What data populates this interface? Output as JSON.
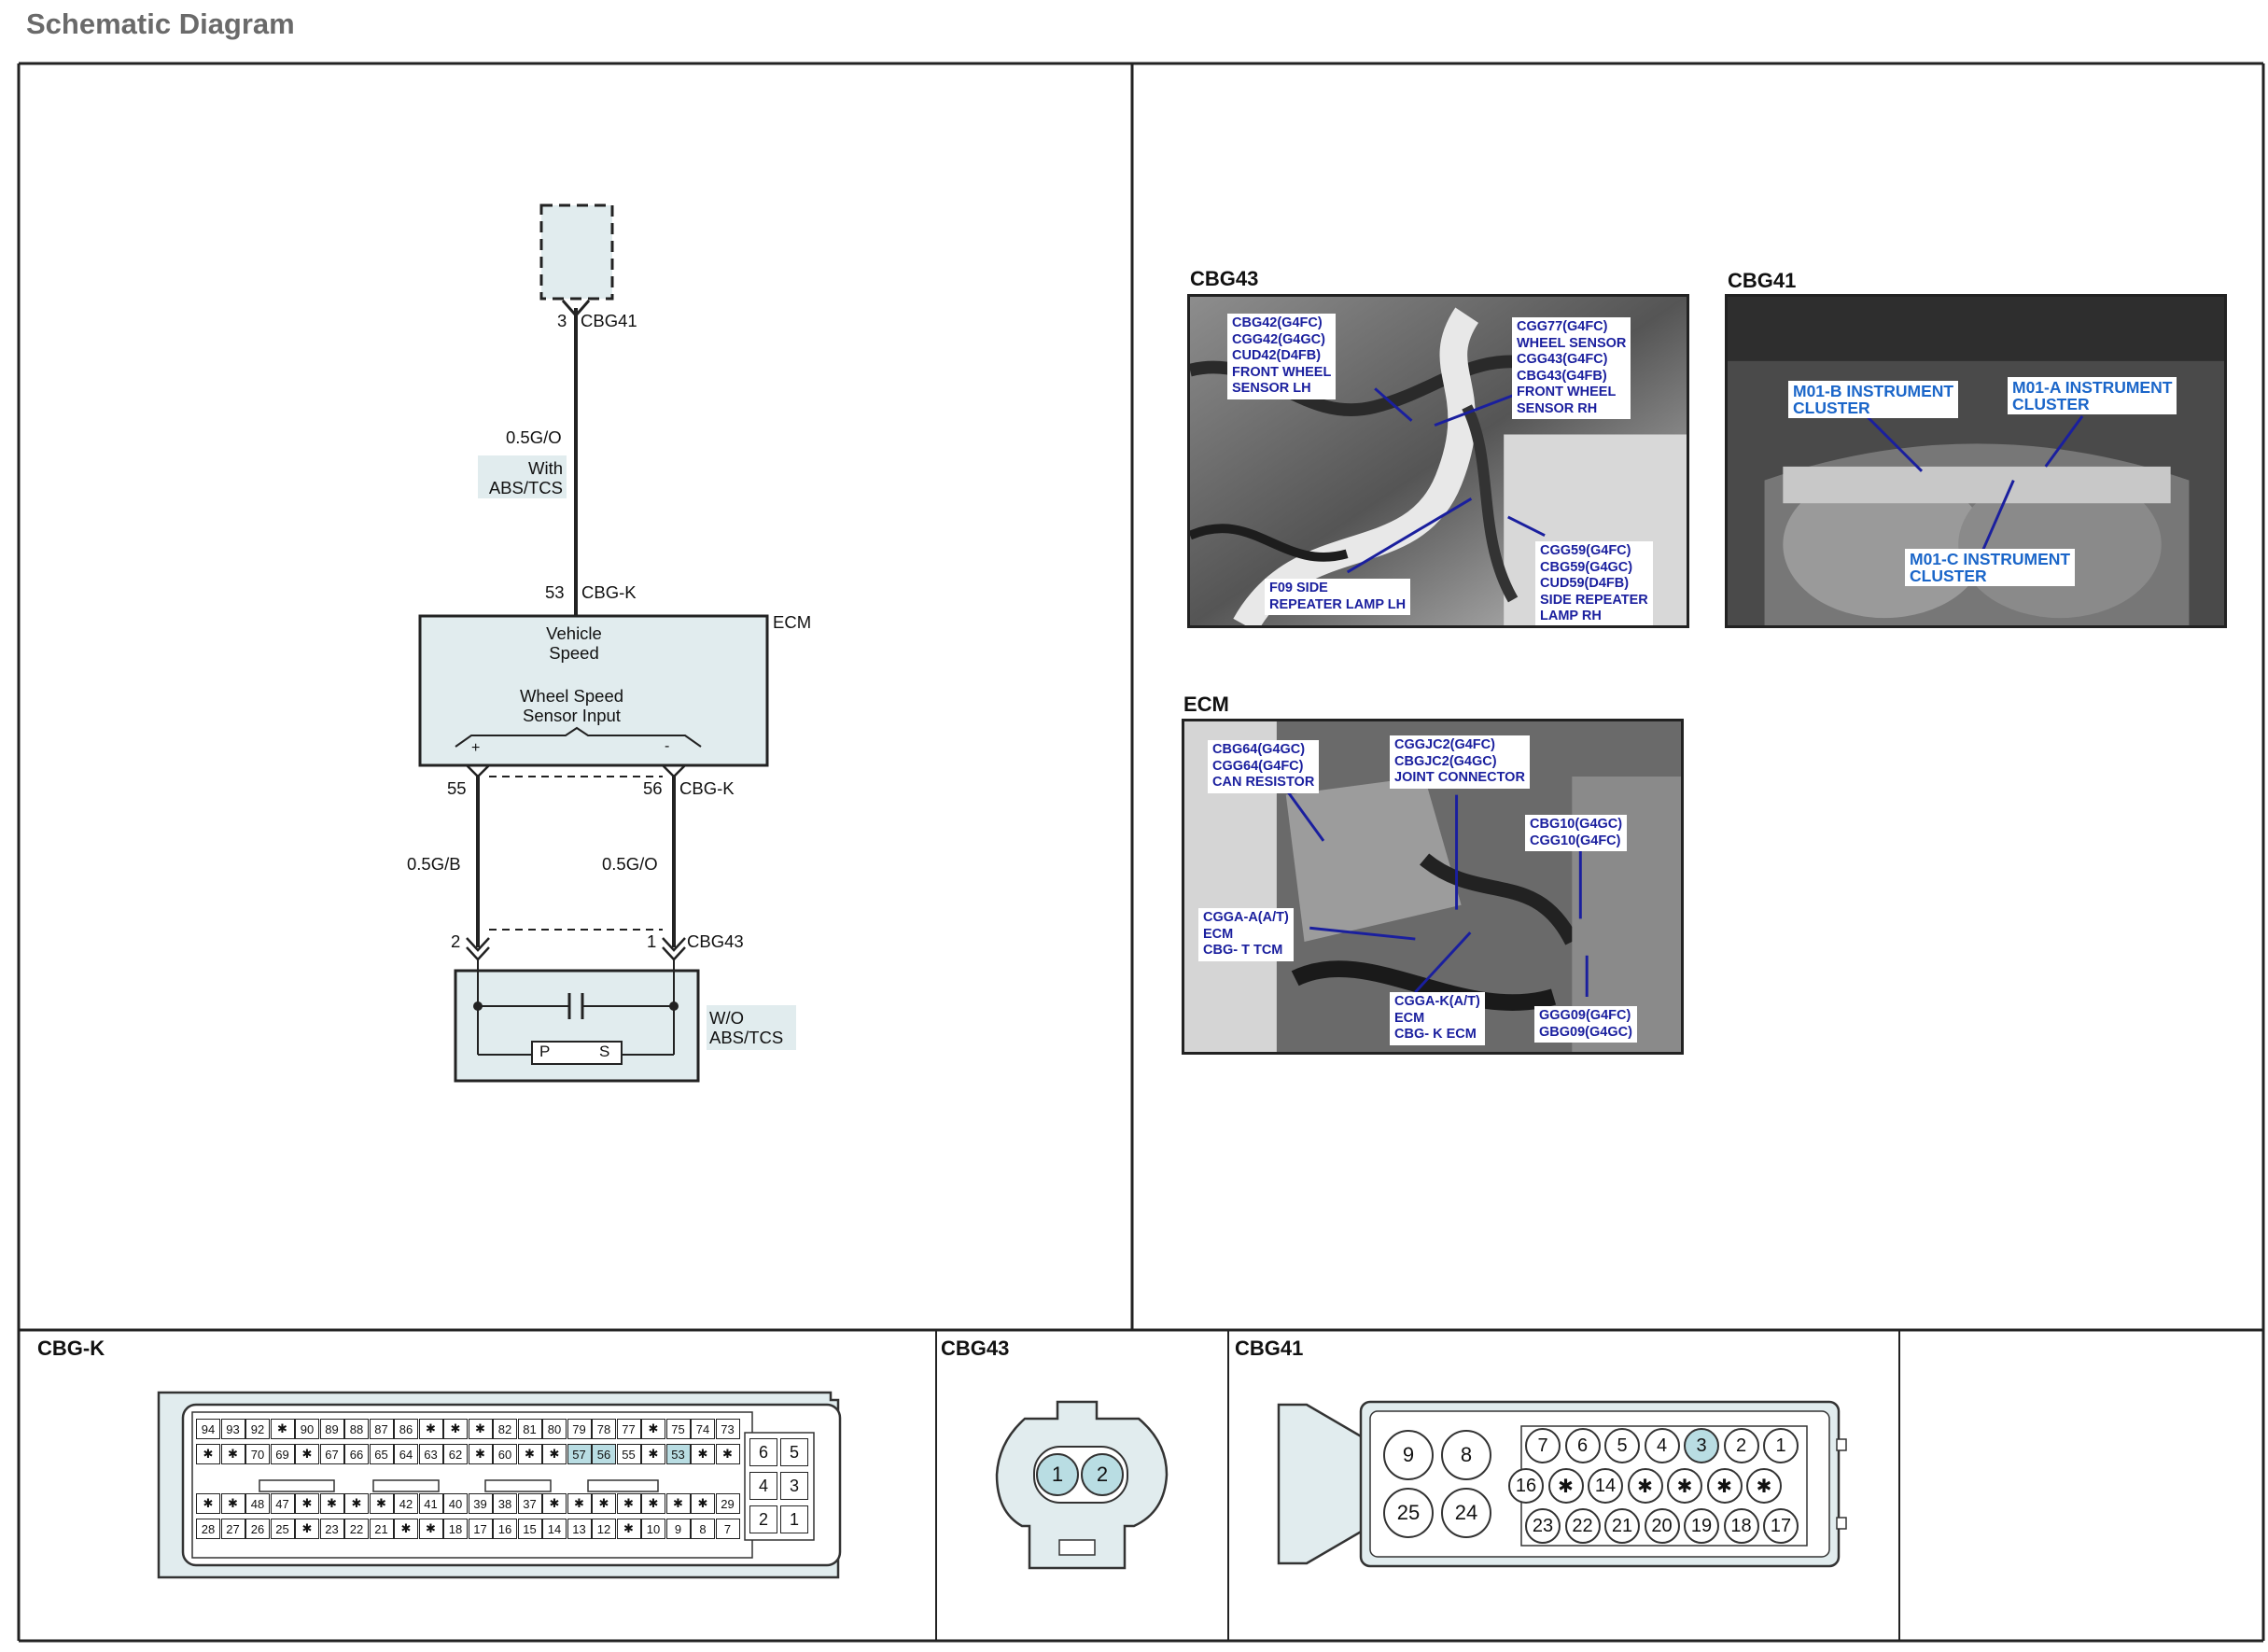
{
  "page": {
    "title": "Schematic Diagram"
  },
  "schematic": {
    "top_connector": {
      "pin": "3",
      "name": "CBG41"
    },
    "wire_top": {
      "spec": "0.5G/O",
      "note": "With\nABS/TCS"
    },
    "ecm_connector_top": {
      "pin": "53",
      "name": "CBG-K"
    },
    "ecm": {
      "name": "ECM",
      "function_1": "Vehicle\nSpeed",
      "function_2": "Wheel Speed\nSensor Input",
      "plus": "+",
      "minus": "-"
    },
    "ecm_pins": {
      "left": "55",
      "right": "56",
      "name": "CBG-K"
    },
    "wire_left": {
      "spec": "0.5G/B"
    },
    "wire_right": {
      "spec": "0.5G/O"
    },
    "sensor_connector": {
      "left_pin": "2",
      "right_pin": "1",
      "name": "CBG43"
    },
    "sensor": {
      "note": "W/O\nABS/TCS",
      "p_label": "P",
      "s_label": "S"
    }
  },
  "photos": {
    "cbg43": {
      "title": "CBG43",
      "callouts": [
        "CBG42(G4FC)\nCGG42(G4GC)\nCUD42(D4FB)\nFRONT WHEEL\nSENSOR LH",
        "CGG77(G4FC)\nWHEEL SENSOR\nCGG43(G4FC)\nCBG43(G4FB)\nFRONT WHEEL\nSENSOR RH",
        "F09 SIDE\nREPEATER LAMP LH",
        "CGG59(G4FC)\nCBG59(G4GC)\nCUD59(D4FB)\nSIDE REPEATER\nLAMP RH"
      ]
    },
    "cbg41": {
      "title": "CBG41",
      "callouts": [
        "M01-B INSTRUMENT\nCLUSTER",
        "M01-A INSTRUMENT\nCLUSTER",
        "M01-C INSTRUMENT\nCLUSTER"
      ]
    },
    "ecm": {
      "title": "ECM",
      "callouts": [
        "CBG64(G4GC)\nCGG64(G4FC)\nCAN RESISTOR",
        "CGGJC2(G4FC)\nCBGJC2(G4GC)\nJOINT CONNECTOR",
        "CBG10(G4GC)\nCGG10(G4FC)",
        "CGGA-A(A/T)\nECM\nCBG- T TCM",
        "CGGA-K(A/T)\nECM\nCBG- K ECM",
        "GGG09(G4FC)\nGBG09(G4GC)"
      ]
    }
  },
  "connectors": {
    "cbgk": {
      "title": "CBG-K",
      "row1": [
        "94",
        "93",
        "92",
        "✱",
        "90",
        "89",
        "88",
        "87",
        "86",
        "✱",
        "✱",
        "✱",
        "82",
        "81",
        "80",
        "79",
        "78",
        "77",
        "✱",
        "75",
        "74",
        "73"
      ],
      "row2": [
        "✱",
        "✱",
        "70",
        "69",
        "✱",
        "67",
        "66",
        "65",
        "64",
        "63",
        "62",
        "✱",
        "60",
        "✱",
        "✱",
        "57",
        "56",
        "55",
        "✱",
        "53",
        "✱",
        "✱"
      ],
      "row3": [
        "✱",
        "✱",
        "48",
        "47",
        "✱",
        "✱",
        "✱",
        "✱",
        "42",
        "41",
        "40",
        "39",
        "38",
        "37",
        "✱",
        "✱",
        "✱",
        "✱",
        "✱",
        "✱",
        "✱",
        "29"
      ],
      "row4": [
        "28",
        "27",
        "26",
        "25",
        "✱",
        "23",
        "22",
        "21",
        "✱",
        "✱",
        "18",
        "17",
        "16",
        "15",
        "14",
        "13",
        "12",
        "✱",
        "10",
        "9",
        "8",
        "7"
      ],
      "side": [
        "6",
        "5",
        "4",
        "3",
        "2",
        "1"
      ],
      "highlight": [
        "57",
        "56",
        "53"
      ]
    },
    "cbg43": {
      "title": "CBG43",
      "pins": [
        "1",
        "2"
      ]
    },
    "cbg41": {
      "title": "CBG41",
      "big": [
        "9",
        "8",
        "25",
        "24"
      ],
      "row1": [
        "7",
        "6",
        "5",
        "4",
        "3",
        "2",
        "1"
      ],
      "row2": [
        "16",
        "✱",
        "14",
        "✱",
        "✱",
        "✱",
        "✱"
      ],
      "row3": [
        "23",
        "22",
        "21",
        "20",
        "19",
        "18",
        "17"
      ],
      "highlight": [
        "3"
      ]
    }
  }
}
